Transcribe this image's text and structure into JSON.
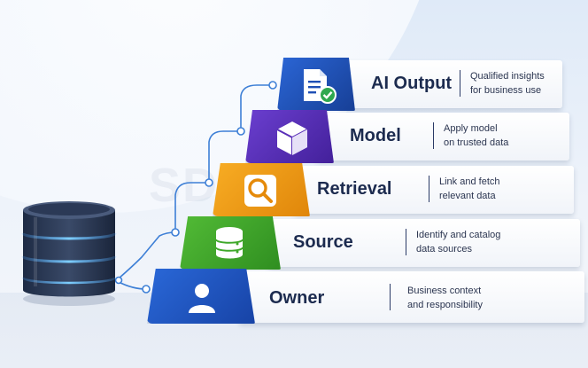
{
  "tiers": [
    {
      "title": "AI Output",
      "desc_line1": "Qualified insights",
      "desc_line2": "for business use",
      "color": "#1f4fb5"
    },
    {
      "title": "Model",
      "desc_line1": "Apply model",
      "desc_line2": "on trusted data",
      "color": "#5a2fb8"
    },
    {
      "title": "Retrieval",
      "desc_line1": "Link and fetch",
      "desc_line2": "relevant data",
      "color": "#f29a0e"
    },
    {
      "title": "Source",
      "desc_line1": "Identify and catalog",
      "desc_line2": "data sources",
      "color": "#3fa82a"
    },
    {
      "title": "Owner",
      "desc_line1": "Business context",
      "desc_line2": "and responsibility",
      "color": "#1f55c0"
    }
  ],
  "watermark": "SDC Corp",
  "icons": {
    "ai_output": "document-check-icon",
    "model": "cube-icon",
    "retrieval": "magnifier-icon",
    "source": "database-icon",
    "owner": "user-icon",
    "server": "server-stack-icon"
  }
}
